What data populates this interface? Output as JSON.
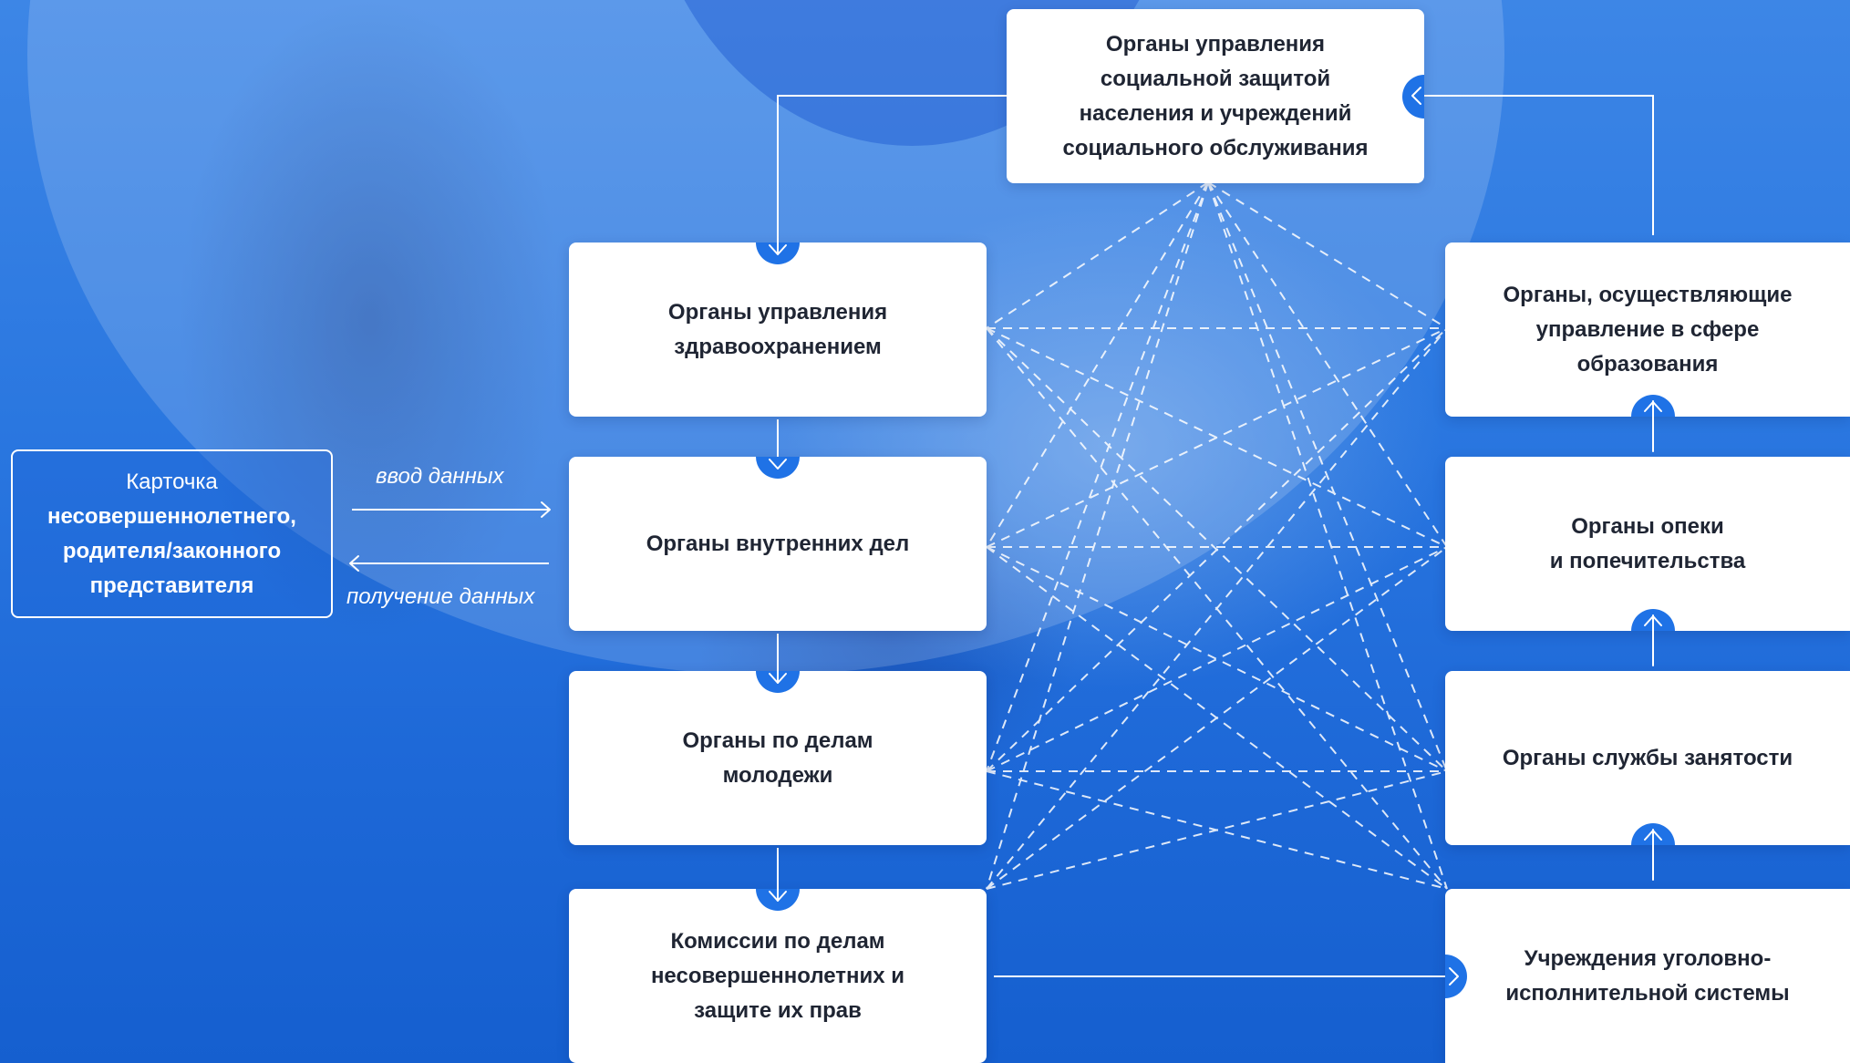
{
  "card": {
    "title": "Карточка",
    "subtitle": "несовершеннолетнего,\nродителя/законного\nпредставителя"
  },
  "flow_labels": {
    "input": "ввод данных",
    "output": "получение данных"
  },
  "nodes": {
    "social": "Органы управления\nсоциальной защитой\nнаселения и учреждений\nсоциального обслуживания",
    "health": "Органы управления\nздравоохранением",
    "internal": "Органы внутренних дел",
    "youth": "Органы по делам\nмолодежи",
    "commission": "Комиссии по делам\nнесовершеннолетних и\nзащите их прав",
    "education": "Органы, осуществляющие\nуправление в сфере\nобразования",
    "guardianship": "Органы опеки\nи попечительства",
    "employment": "Органы службы занятости",
    "penal": "Учреждения уголовно-\nисполнительной системы"
  },
  "colors": {
    "accent": "#1f72e6",
    "node_bg": "#ffffff",
    "node_text": "#1f2533"
  }
}
